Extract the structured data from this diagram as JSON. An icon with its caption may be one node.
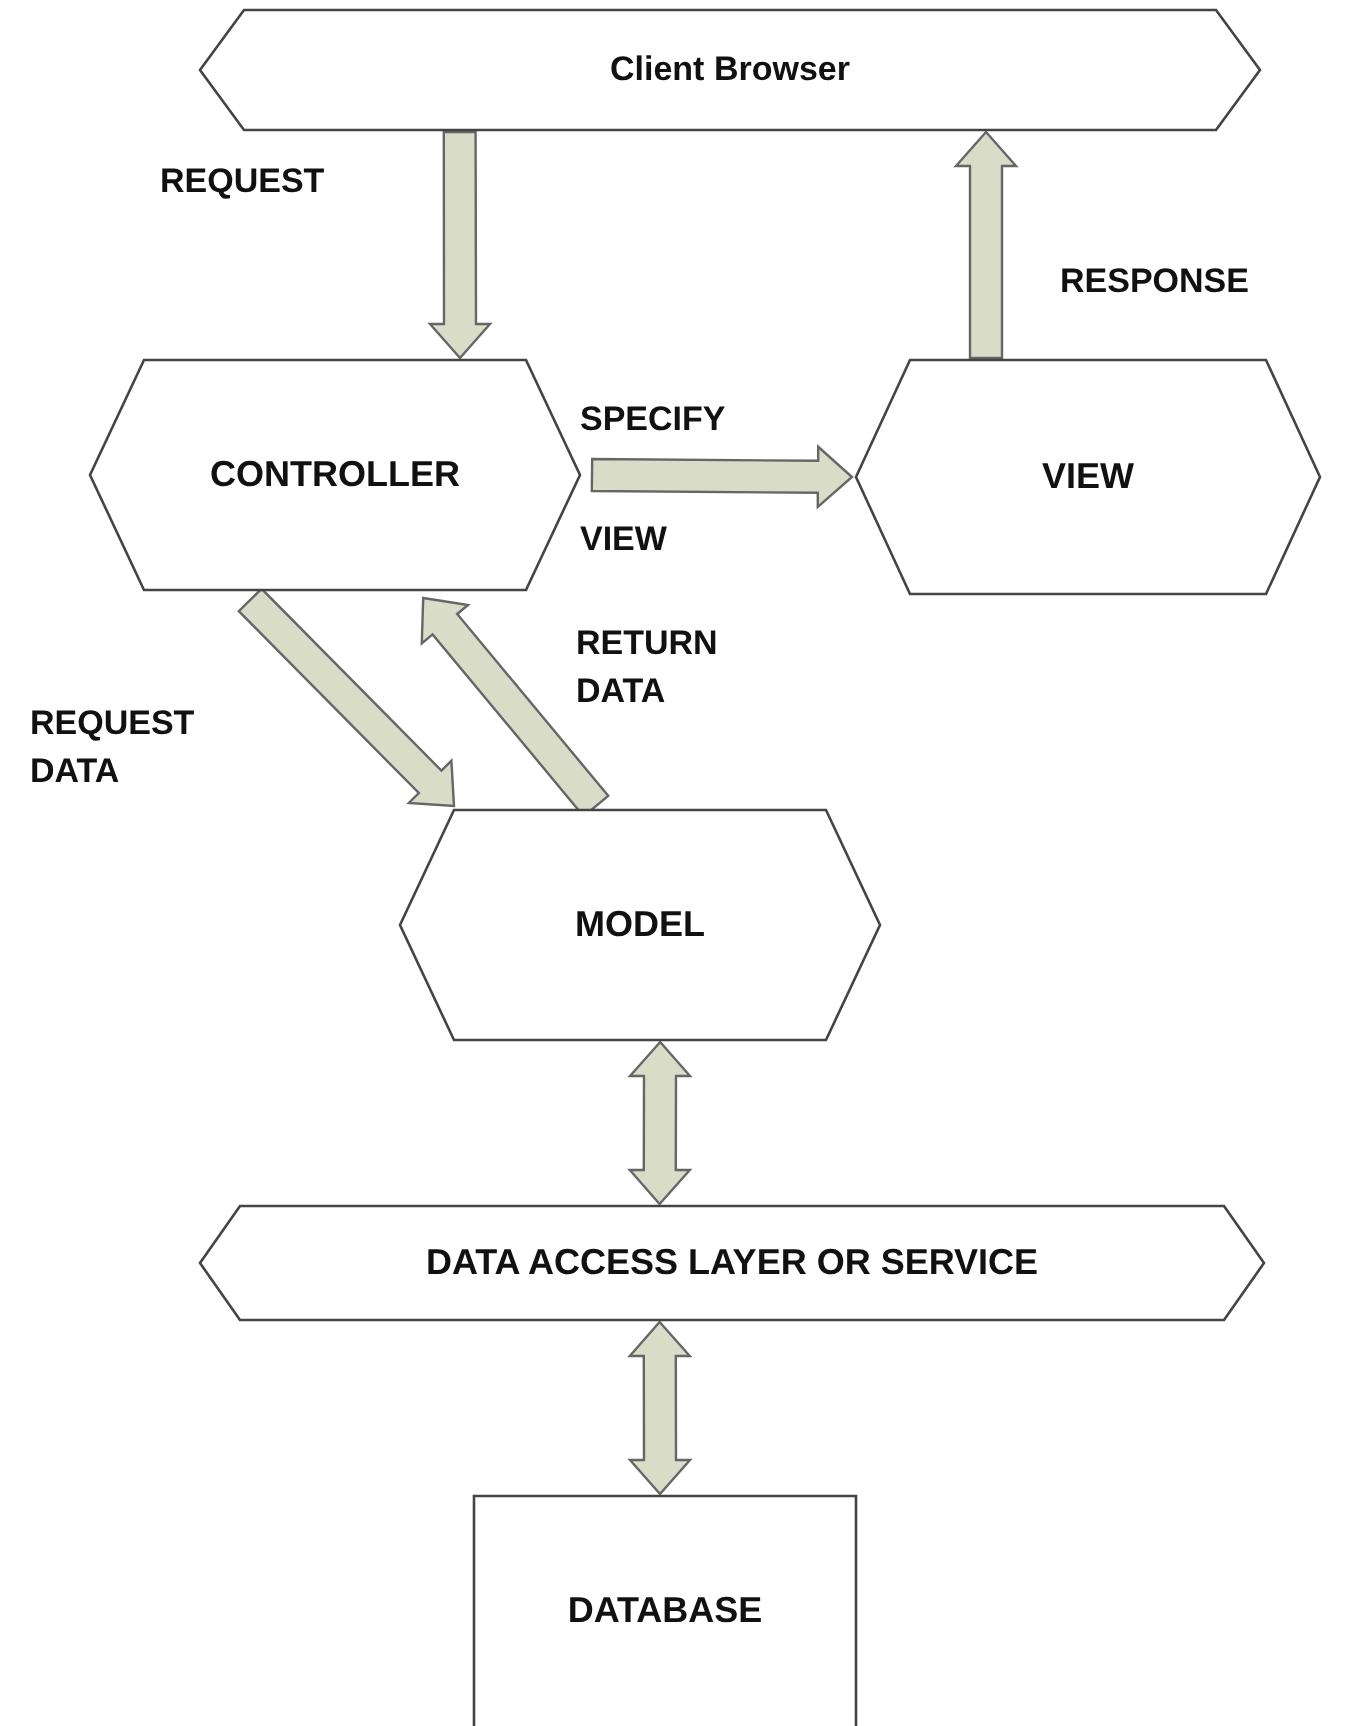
{
  "diagram": {
    "nodes": [
      {
        "text": [
          "Client Browser"
        ]
      },
      {
        "text": [
          "CONTROLLER"
        ]
      },
      {
        "text": [
          "VIEW"
        ]
      },
      {
        "text": [
          "MODEL"
        ]
      },
      {
        "text": [
          "DATA ACCESS LAYER OR SERVICE"
        ]
      },
      {
        "text": [
          "DATABASE"
        ]
      }
    ],
    "edges": [
      {
        "from": 0,
        "to": 1,
        "arrow": "to",
        "label": "REQUEST"
      },
      {
        "from": 2,
        "to": 0,
        "arrow": "to",
        "label": "RESPONSE"
      },
      {
        "from": 1,
        "to": 2,
        "arrow": "to",
        "label": "SPECIFY VIEW"
      },
      {
        "from": 1,
        "to": 3,
        "arrow": "to",
        "label": "REQUEST DATA"
      },
      {
        "from": 3,
        "to": 1,
        "arrow": "to",
        "label": "RETURN DATA"
      },
      {
        "from": 3,
        "to": 4,
        "arrow": "both"
      },
      {
        "from": 4,
        "to": 5,
        "arrow": "both"
      }
    ]
  }
}
